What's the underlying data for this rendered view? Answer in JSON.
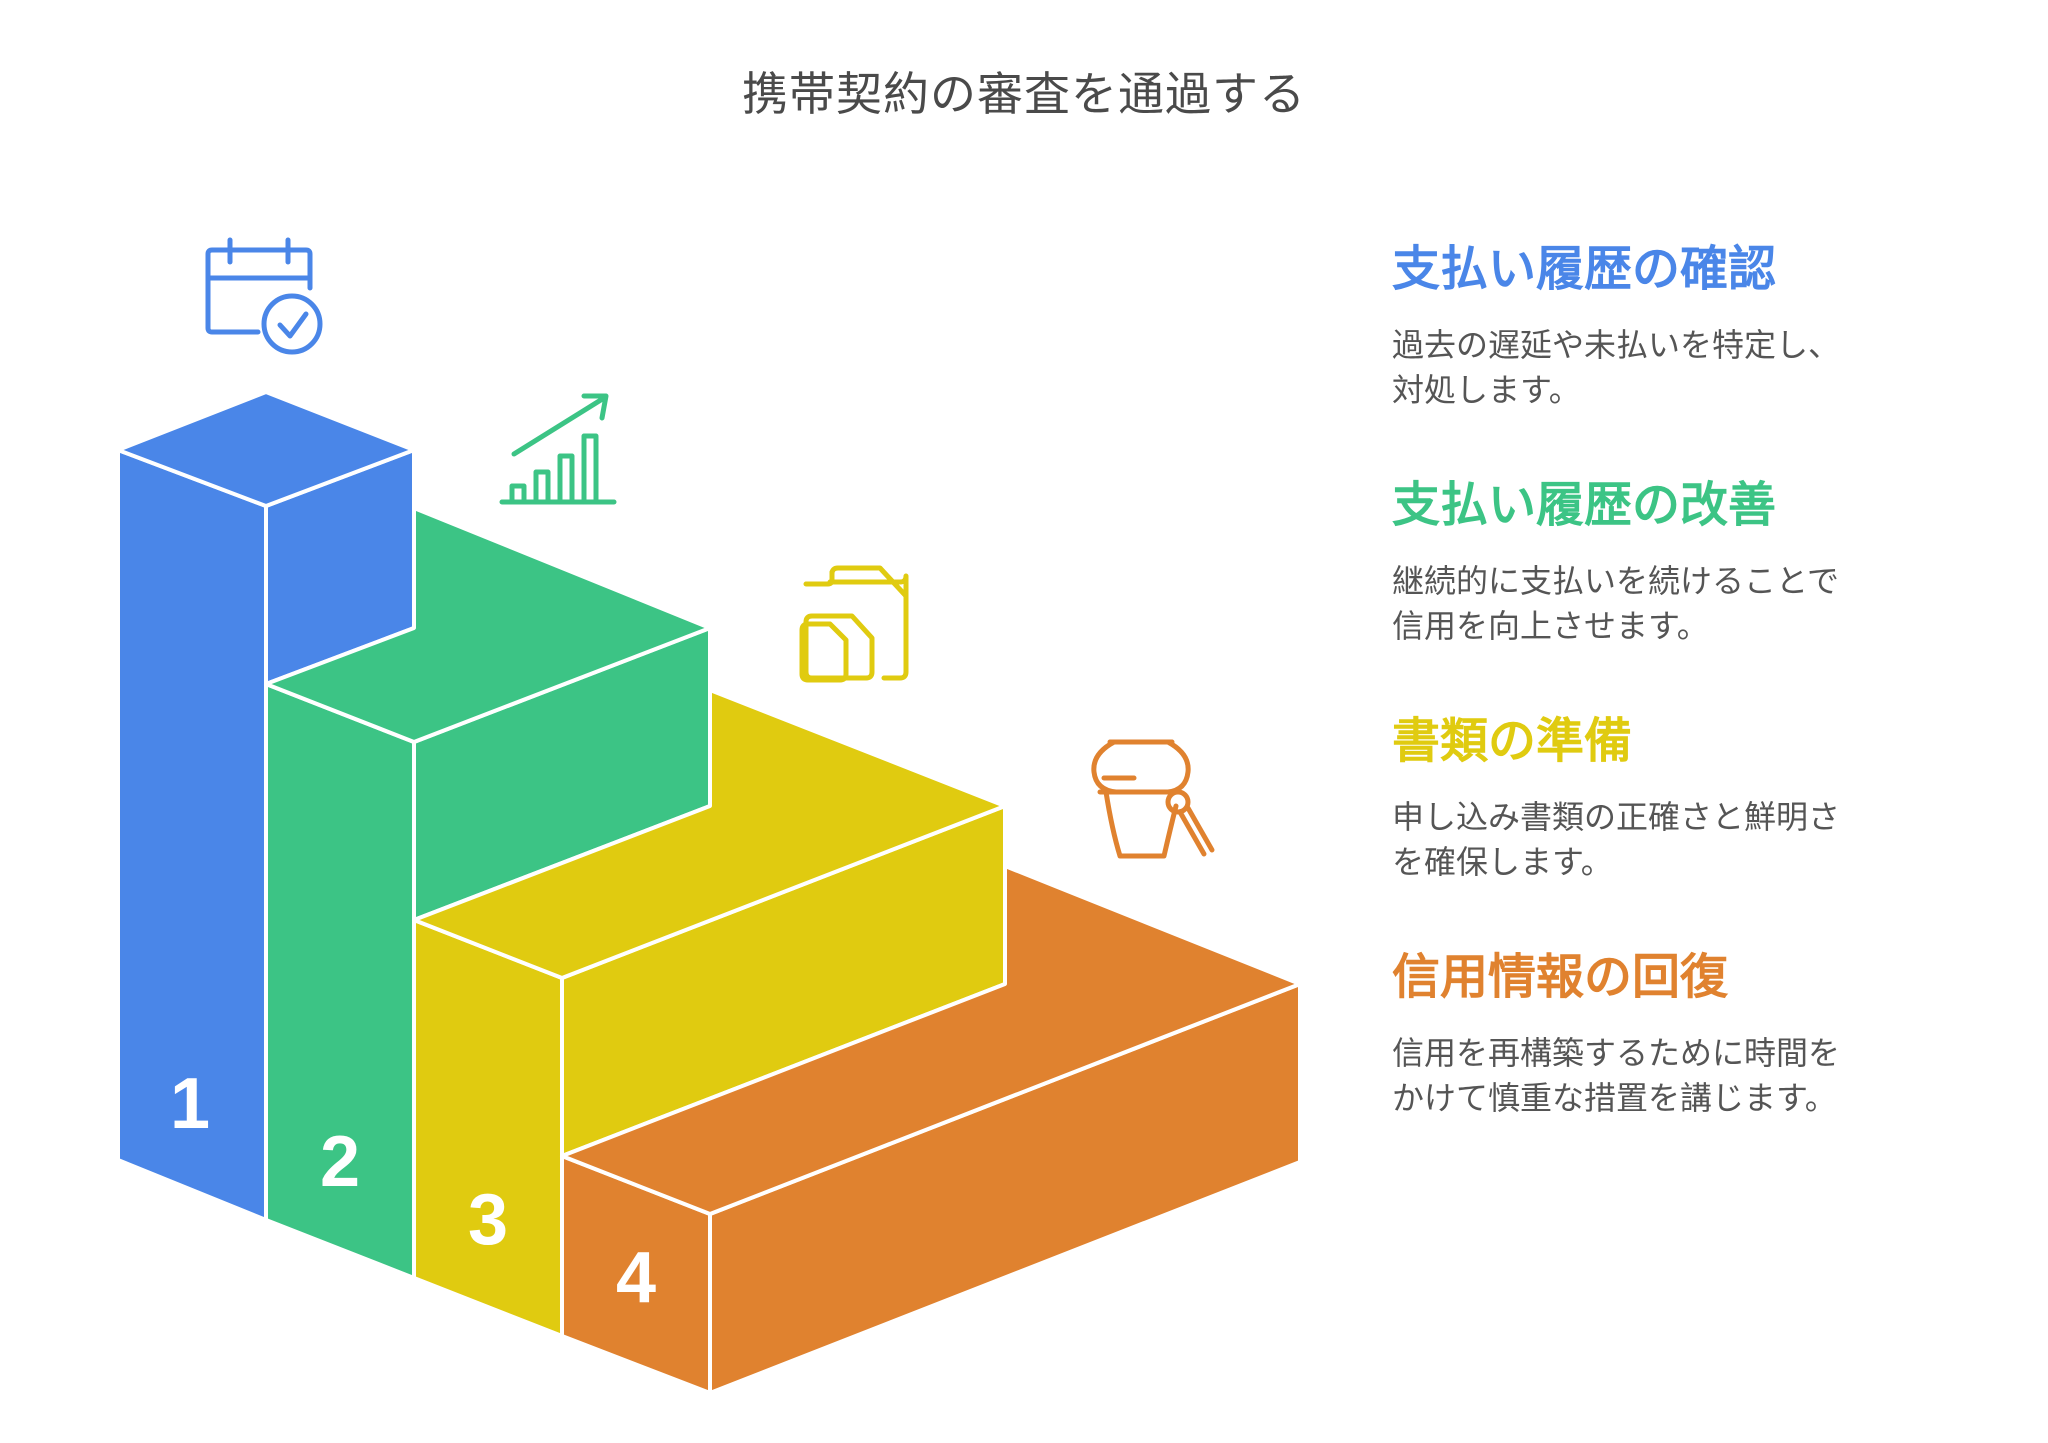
{
  "title": "携帯契約の審査を通過する",
  "steps": [
    {
      "number": "1",
      "color": "#4A86E8",
      "icon": "calendar-check-icon",
      "heading": "支払い履歴の確認",
      "desc_lines": [
        "過去の遅延や未払いを特定し、",
        "対処します。"
      ]
    },
    {
      "number": "2",
      "color": "#3CC485",
      "icon": "growth-chart-icon",
      "heading": "支払い履歴の改善",
      "desc_lines": [
        "継続的に支払いを続けることで",
        "信用を向上させます。"
      ]
    },
    {
      "number": "3",
      "color": "#E0CB10",
      "icon": "documents-icon",
      "heading": "書類の準備",
      "desc_lines": [
        "申し込み書類の正確さと鮮明さ",
        "を確保します。"
      ]
    },
    {
      "number": "4",
      "color": "#E0822F",
      "icon": "vase-repair-icon",
      "heading": "信用情報の回復",
      "desc_lines": [
        "信用を再構築するために時間を",
        "かけて慎重な措置を講じます。"
      ]
    }
  ]
}
